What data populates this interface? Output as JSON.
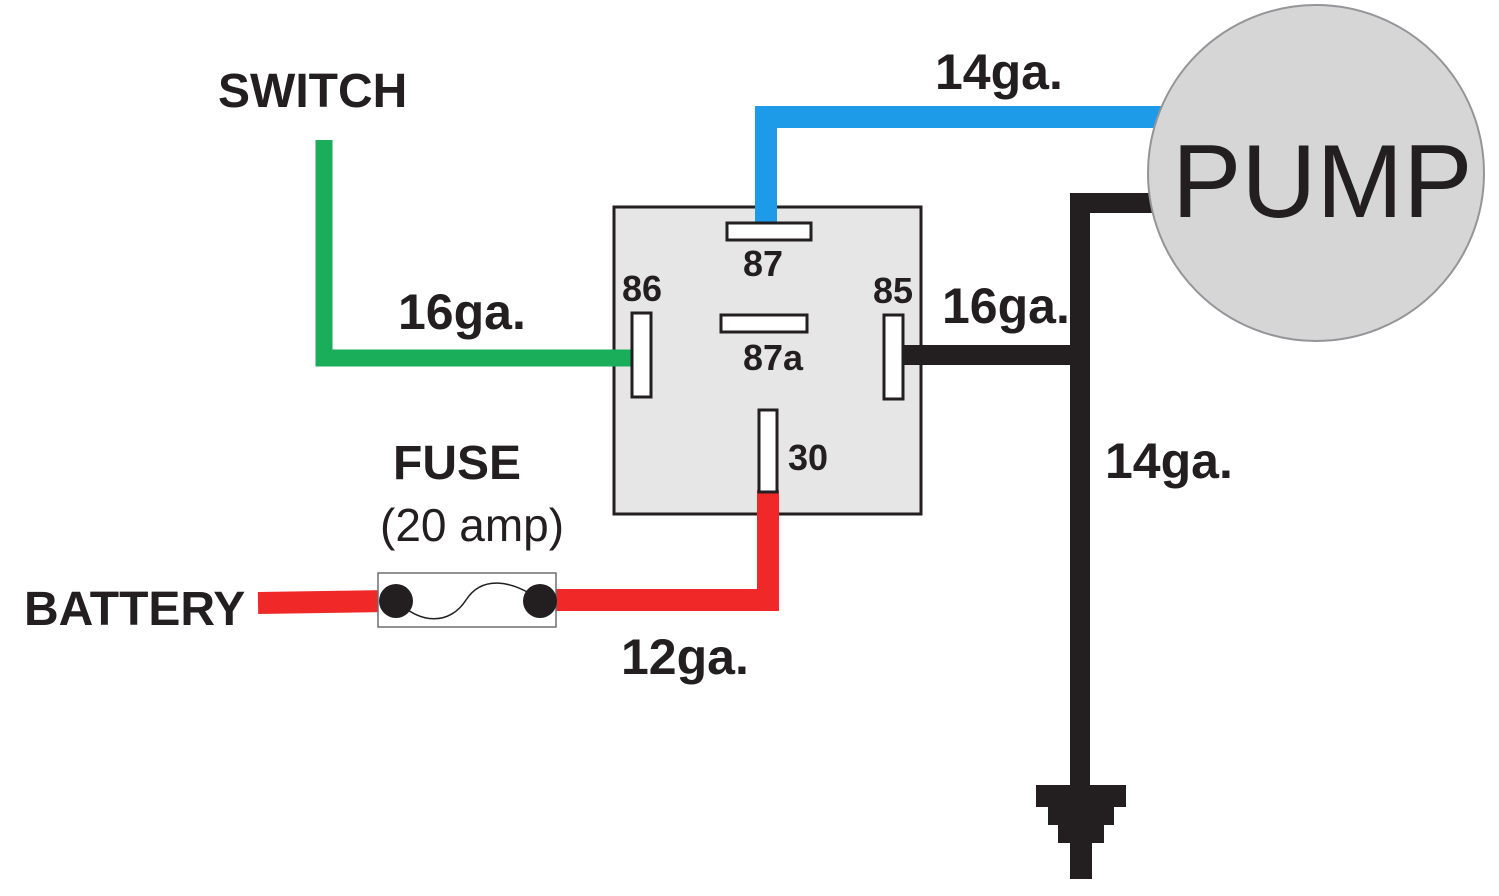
{
  "labels": {
    "switch": "SWITCH",
    "battery": "BATTERY",
    "fuse_title": "FUSE",
    "fuse_rating": "(20 amp)",
    "pump": "PUMP"
  },
  "relay": {
    "pins": {
      "p87": "87",
      "p87a": "87a",
      "p86": "86",
      "p85": "85",
      "p30": "30"
    }
  },
  "gauges": {
    "switch_wire": "16ga.",
    "pump_wire": "14ga.",
    "ground_top": "16ga.",
    "ground_wire": "14ga.",
    "battery_wire": "12ga."
  },
  "colors": {
    "switch_wire": "#1aae5a",
    "pump_wire": "#1e9be8",
    "battery_wire": "#f02828",
    "ground_wire": "#231f20",
    "relay_fill": "#e6e6e6",
    "pump_fill": "#d6d6d6"
  }
}
